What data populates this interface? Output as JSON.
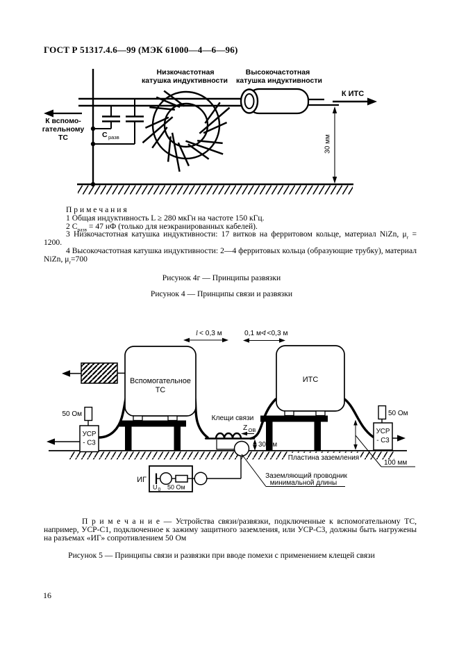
{
  "colors": {
    "ink": "#000000",
    "paper": "#ffffff"
  },
  "header": {
    "title": "ГОСТ Р 51317.4.6—99 (МЭК 61000—4—6—96)"
  },
  "fig4g": {
    "lf_coil_label_1": "Низкочастотная",
    "lf_coil_label_2": "катушка индуктивности",
    "hf_coil_label_1": "Высокочастотная",
    "hf_coil_label_2": "катушка индуктивности",
    "to_its": "К ИТС",
    "to_aux_1": "К вспомо-",
    "to_aux_2": "гательному",
    "to_aux_3": "ТС",
    "cap_label": "С",
    "cap_label_sub": "разв",
    "dim_30mm": "30 мм"
  },
  "notes_fig4": {
    "title": "П р и м е ч а н и я",
    "item_1": "1 Общая индуктивность L ≥ 280 мкГн на частоте 150 кГц.",
    "item_2_pre": "2 С",
    "item_2_sub": "разв",
    "item_2_post": " = 47 нФ (только для неэкранированных кабелей).",
    "item_3_pre": "3 Низкочастотная катушка индуктивности: 17 витков на ферритовом кольце, материал NiZn, μ",
    "item_3_sub": "r",
    "item_3_post": " = 1200.",
    "item_4_pre": "4 Высокочастотная катушка индуктивности: 2—4 ферритовых кольца (образующие трубку), материал NiZn, μ",
    "item_4_sub": "r",
    "item_4_post": "=700"
  },
  "captions": {
    "fig4g": "Рисунок 4г — Принципы развязки",
    "fig4": "Рисунок 4 — Принципы связи и развязки",
    "fig5": "Рисунок 5 — Принципы связи и развязки при вводе помехи с применением клещей связи"
  },
  "fig5": {
    "dim_left_a": "l",
    "dim_left_b": " < 0,3 м",
    "dim_right_a": "0,1 м<",
    "dim_right_b": "l",
    "dim_right_c": "<0,3 м",
    "aux_box_1": "Вспомогательное",
    "aux_box_2": "ТС",
    "eut_box": "ИТС",
    "clamp_label": "Клещи связи",
    "z_label": "Z",
    "z_label_sub": "ОВ",
    "dim_30mm": "30 мм",
    "dim_100mm": "100 мм",
    "ohm_left": "50 Ом",
    "ohm_right": "50 Ом",
    "cdn_left_1": "УСР",
    "cdn_left_2": "- С3",
    "cdn_right_1": "УСР",
    "cdn_right_2": "- С3",
    "ground_plate": "Пластина заземления",
    "ground_wire_1": "Заземляющий проводник",
    "ground_wire_2": "минимальной длины",
    "gen_label": "ИГ",
    "gen_u": "U",
    "gen_u_sub": "0",
    "gen_ohm": "50 Ом"
  },
  "note_fig5": {
    "title": "П р и м е ч а н и е — ",
    "text": "Устройства связи/развязки, подключенные к вспомогательному ТС, например, УСР-С1, подключенное к зажиму защитного заземления, или УСР-С3, должны быть нагружены на разъемах «ИГ» сопротивлением 50 Ом"
  },
  "footer": {
    "page_number": "16"
  }
}
